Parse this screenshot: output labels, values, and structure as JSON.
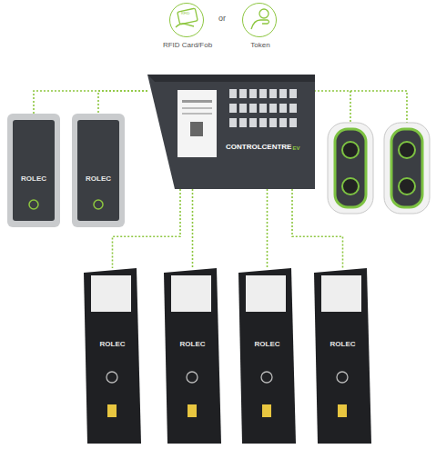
{
  "diagram": {
    "nodes": [
      {
        "text": [
          "RFID Card/Fob"
        ]
      },
      {
        "text": [
          "Token"
        ]
      },
      {
        "text": [
          "CONTROLCENTRE",
          "EV"
        ]
      },
      {
        "text": [
          "ROLEC"
        ]
      },
      {
        "text": [
          "ROLEC"
        ]
      },
      {
        "text": [
          "ROLEC"
        ]
      },
      {
        "text": [
          "ROLEC"
        ]
      },
      {
        "text": [
          "ROLEC"
        ]
      },
      {
        "text": [
          "ROLEC"
        ]
      }
    ],
    "edges": [
      {
        "from": 2,
        "to": 3,
        "arrow": "none"
      },
      {
        "from": 2,
        "to": 4,
        "arrow": "none"
      },
      {
        "from": 2,
        "to": 5,
        "arrow": "none"
      },
      {
        "from": 2,
        "to": 6,
        "arrow": "none"
      },
      {
        "from": 2,
        "to": 7,
        "arrow": "none"
      },
      {
        "from": 2,
        "to": 8,
        "arrow": "none"
      }
    ],
    "labels": [
      "or",
      "RFID"
    ]
  }
}
